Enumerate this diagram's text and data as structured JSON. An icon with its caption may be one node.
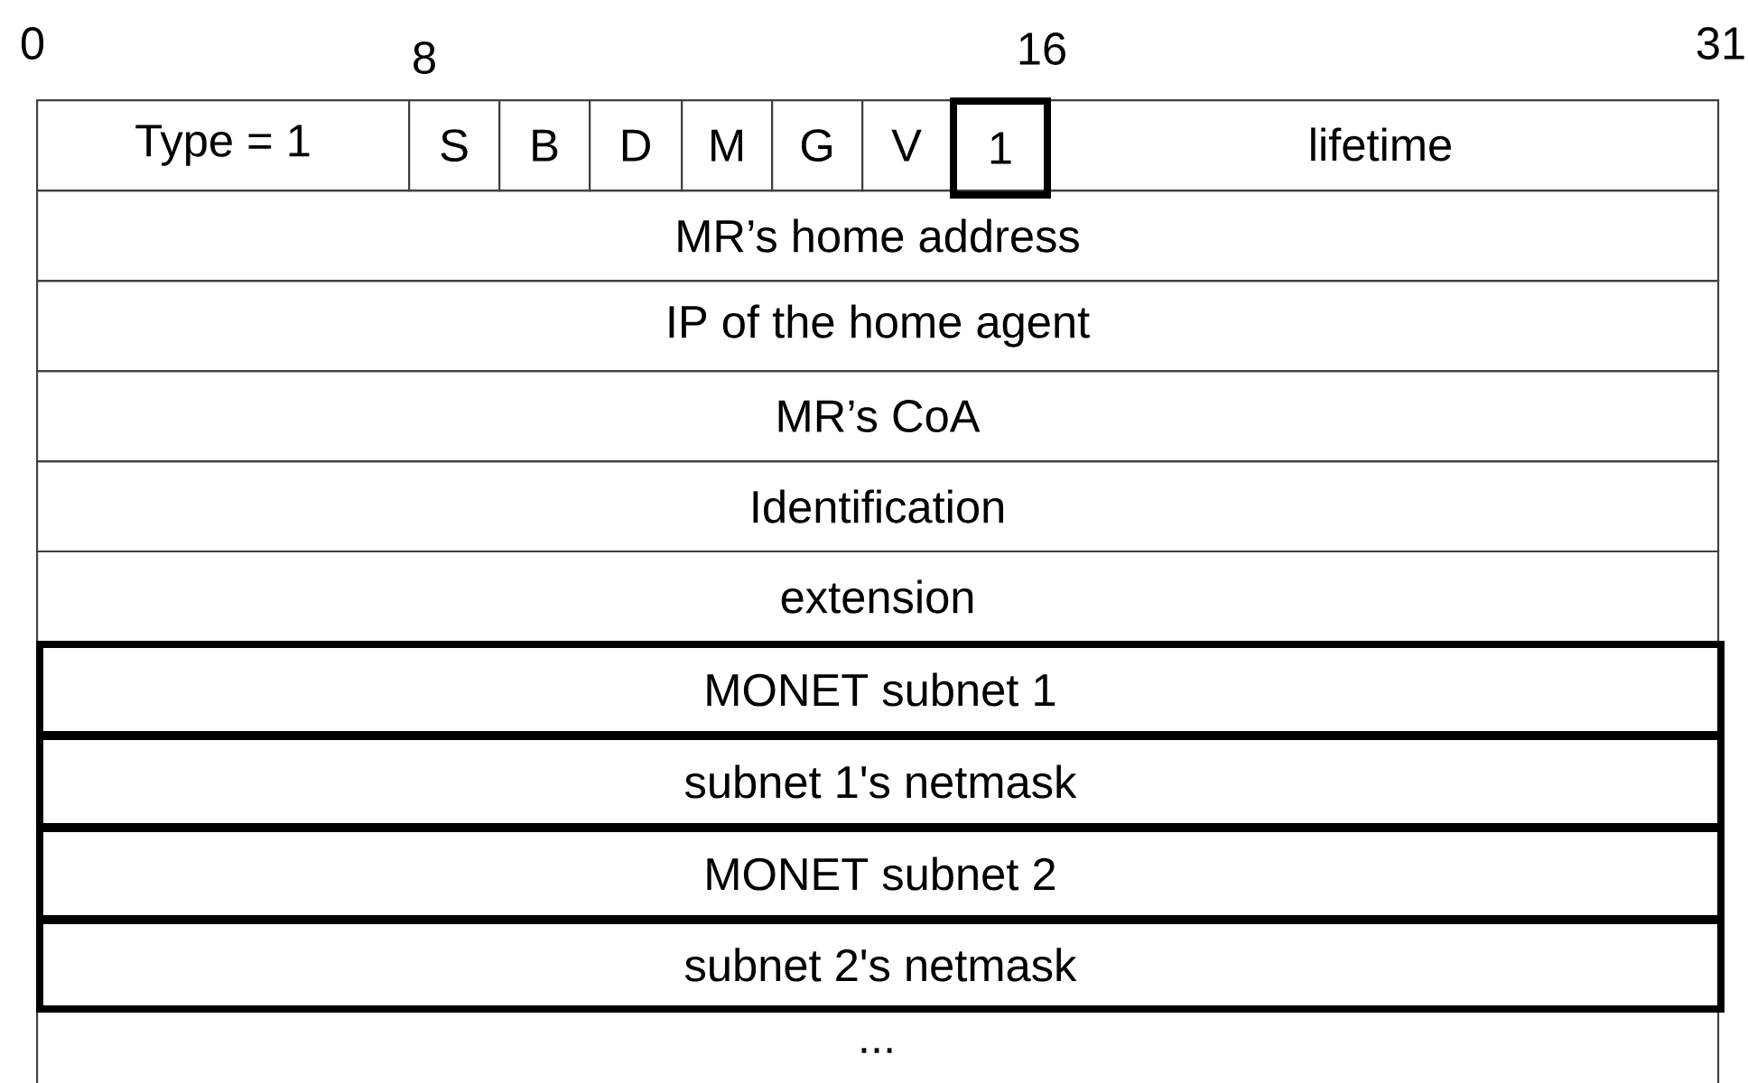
{
  "diagram": {
    "nodes": [
      {
        "text": [
          "Type = 1"
        ]
      },
      {
        "text": [
          "S"
        ]
      },
      {
        "text": [
          "B"
        ]
      },
      {
        "text": [
          "D"
        ]
      },
      {
        "text": [
          "M"
        ]
      },
      {
        "text": [
          "G"
        ]
      },
      {
        "text": [
          "V"
        ]
      },
      {
        "text": [
          "1"
        ]
      },
      {
        "text": [
          "lifetime"
        ]
      },
      {
        "text": [
          "MR’s home address"
        ]
      },
      {
        "text": [
          "IP of the home agent"
        ]
      },
      {
        "text": [
          "MR’s CoA"
        ]
      },
      {
        "text": [
          "Identification"
        ]
      },
      {
        "text": [
          "extension"
        ]
      },
      {
        "text": [
          "MONET subnet 1"
        ]
      },
      {
        "text": [
          "subnet 1's netmask"
        ]
      },
      {
        "text": [
          "MONET subnet 2"
        ]
      },
      {
        "text": [
          "subnet 2's netmask"
        ]
      },
      {
        "text": [
          "..."
        ]
      }
    ],
    "labels": [
      "0",
      "8",
      "16",
      "31"
    ]
  }
}
